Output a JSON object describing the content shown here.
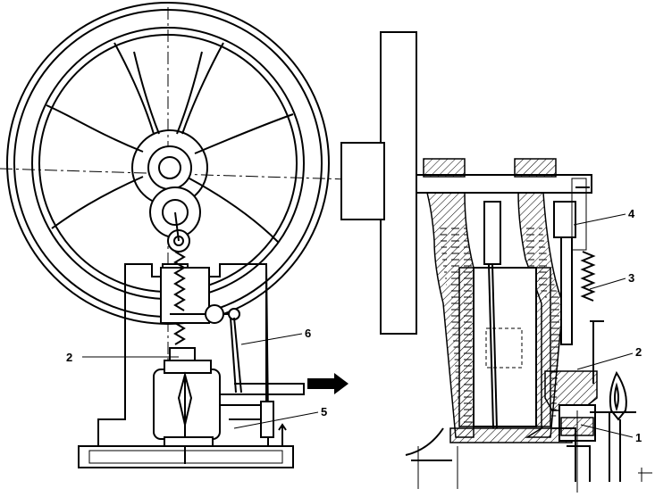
{
  "figure": {
    "labels": {
      "l1": "1",
      "l2_left": "2",
      "l2_right": "2",
      "l3": "3",
      "l4": "4",
      "l5": "5",
      "l6": "6"
    }
  }
}
